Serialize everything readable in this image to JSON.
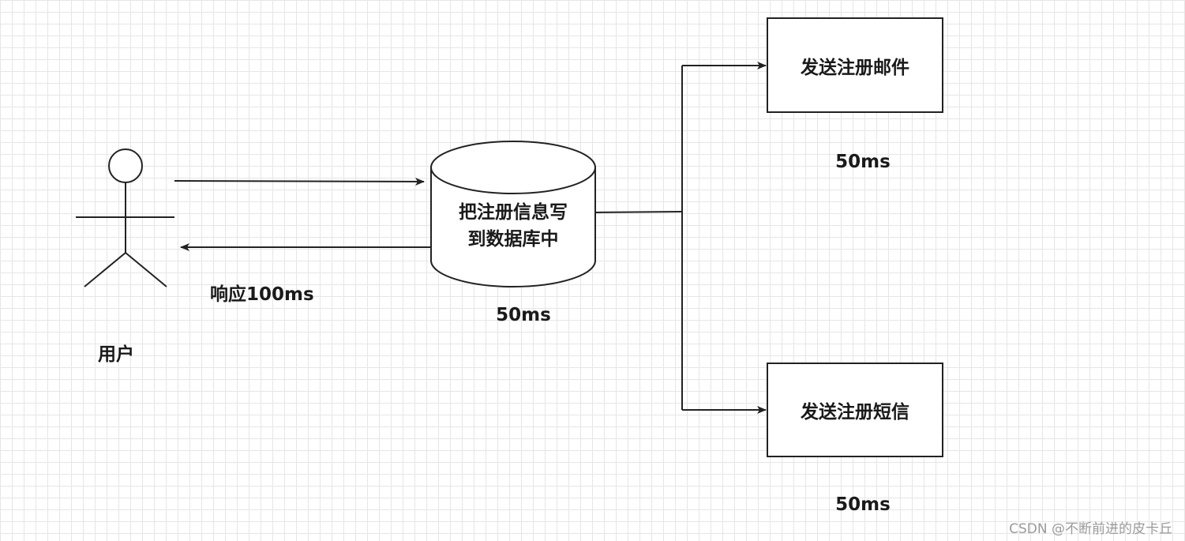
{
  "actor": {
    "label": "用户"
  },
  "database": {
    "line1": "把注册信息写",
    "line2": "到数据库中",
    "time": "50ms"
  },
  "response": {
    "label": "响应100ms"
  },
  "email_box": {
    "label": "发送注册邮件",
    "time": "50ms"
  },
  "sms_box": {
    "label": "发送注册短信",
    "time": "50ms"
  },
  "watermark": "CSDN @不断前进的皮卡丘",
  "colors": {
    "stroke": "#222222",
    "grid": "#e6e6e6",
    "background": "#ffffff"
  }
}
